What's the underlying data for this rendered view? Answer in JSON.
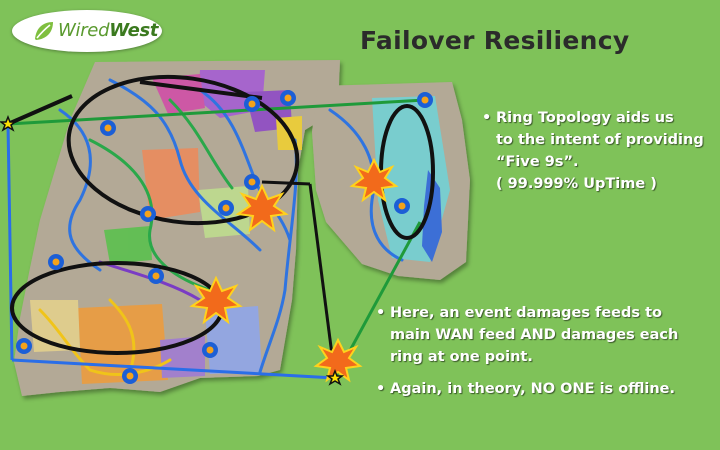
{
  "logo": {
    "text_a": "Wired",
    "text_b": "West"
  },
  "title": "Failover Resiliency",
  "bullets": [
    {
      "lines": [
        "Ring Topology aids us",
        "to the intent of providing",
        "“Five 9s”.",
        "( 99.999% UpTime )"
      ]
    },
    {
      "lines": [
        "Here, an event damages feeds to",
        "main WAN feed AND damages each",
        "ring at one point."
      ]
    },
    {
      "lines": [
        "Again, in theory, NO ONE is offline."
      ]
    }
  ],
  "colors": {
    "background": "#7fc259",
    "wan_link_green": "#1f9a3a",
    "wan_link_blue": "#2a6ee8",
    "ring_outline": "#111111",
    "node": "#1c5fd6",
    "node_center": "#f5a21a",
    "damage_burst": "#f26a1b"
  },
  "icons": [
    "leaf-logo-icon",
    "star-icon",
    "node-icon",
    "explosion-icon"
  ]
}
